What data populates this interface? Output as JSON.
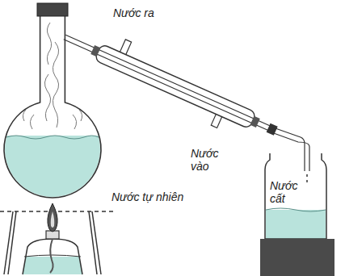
{
  "diagram": {
    "labels": [
      "Nước ra",
      "Nước vào",
      "Nước tự nhiên",
      "Nước cất"
    ]
  }
}
